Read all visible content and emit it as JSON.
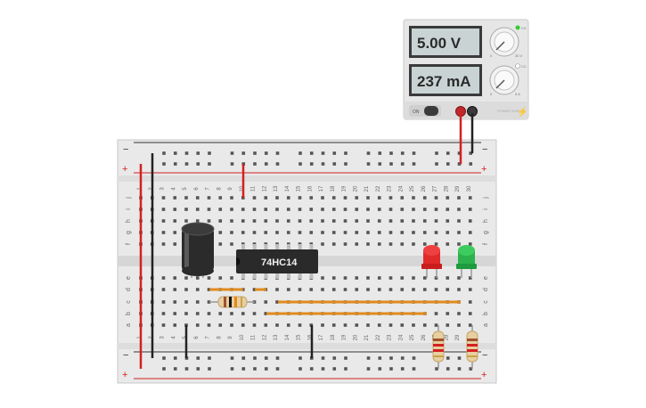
{
  "power_supply": {
    "voltage_display": "5.00 V",
    "current_display": "237 mA",
    "on_label": "ON",
    "brand_label": "POWER SUPPLY",
    "voltage_knob_max": "30 V",
    "current_knob_max": "5 A",
    "voltage_knob_min": "0",
    "current_knob_min": "0",
    "cv_label": "CV",
    "cc_label": "CC"
  },
  "breadboard": {
    "columns": [
      "1",
      "2",
      "3",
      "4",
      "5",
      "6",
      "7",
      "8",
      "9",
      "10",
      "11",
      "12",
      "13",
      "14",
      "15",
      "16",
      "17",
      "18",
      "19",
      "20",
      "21",
      "22",
      "23",
      "24",
      "25",
      "26",
      "27",
      "28",
      "29",
      "30"
    ],
    "rows_top": [
      "j",
      "i",
      "h",
      "g",
      "f"
    ],
    "rows_bottom": [
      "e",
      "d",
      "c",
      "b",
      "a"
    ],
    "rail_minus": "−",
    "rail_plus": "+"
  },
  "chip": {
    "label": "74HC14"
  },
  "leds": [
    {
      "name": "red-led",
      "color": "#e02a2a"
    },
    {
      "name": "green-led",
      "color": "#2bb24c"
    }
  ],
  "colors": {
    "wire_red": "#d42020",
    "wire_black": "#222222",
    "wire_orange": "#e08a1e",
    "board": "#e8e8e8",
    "rail_red": "#d42020"
  }
}
